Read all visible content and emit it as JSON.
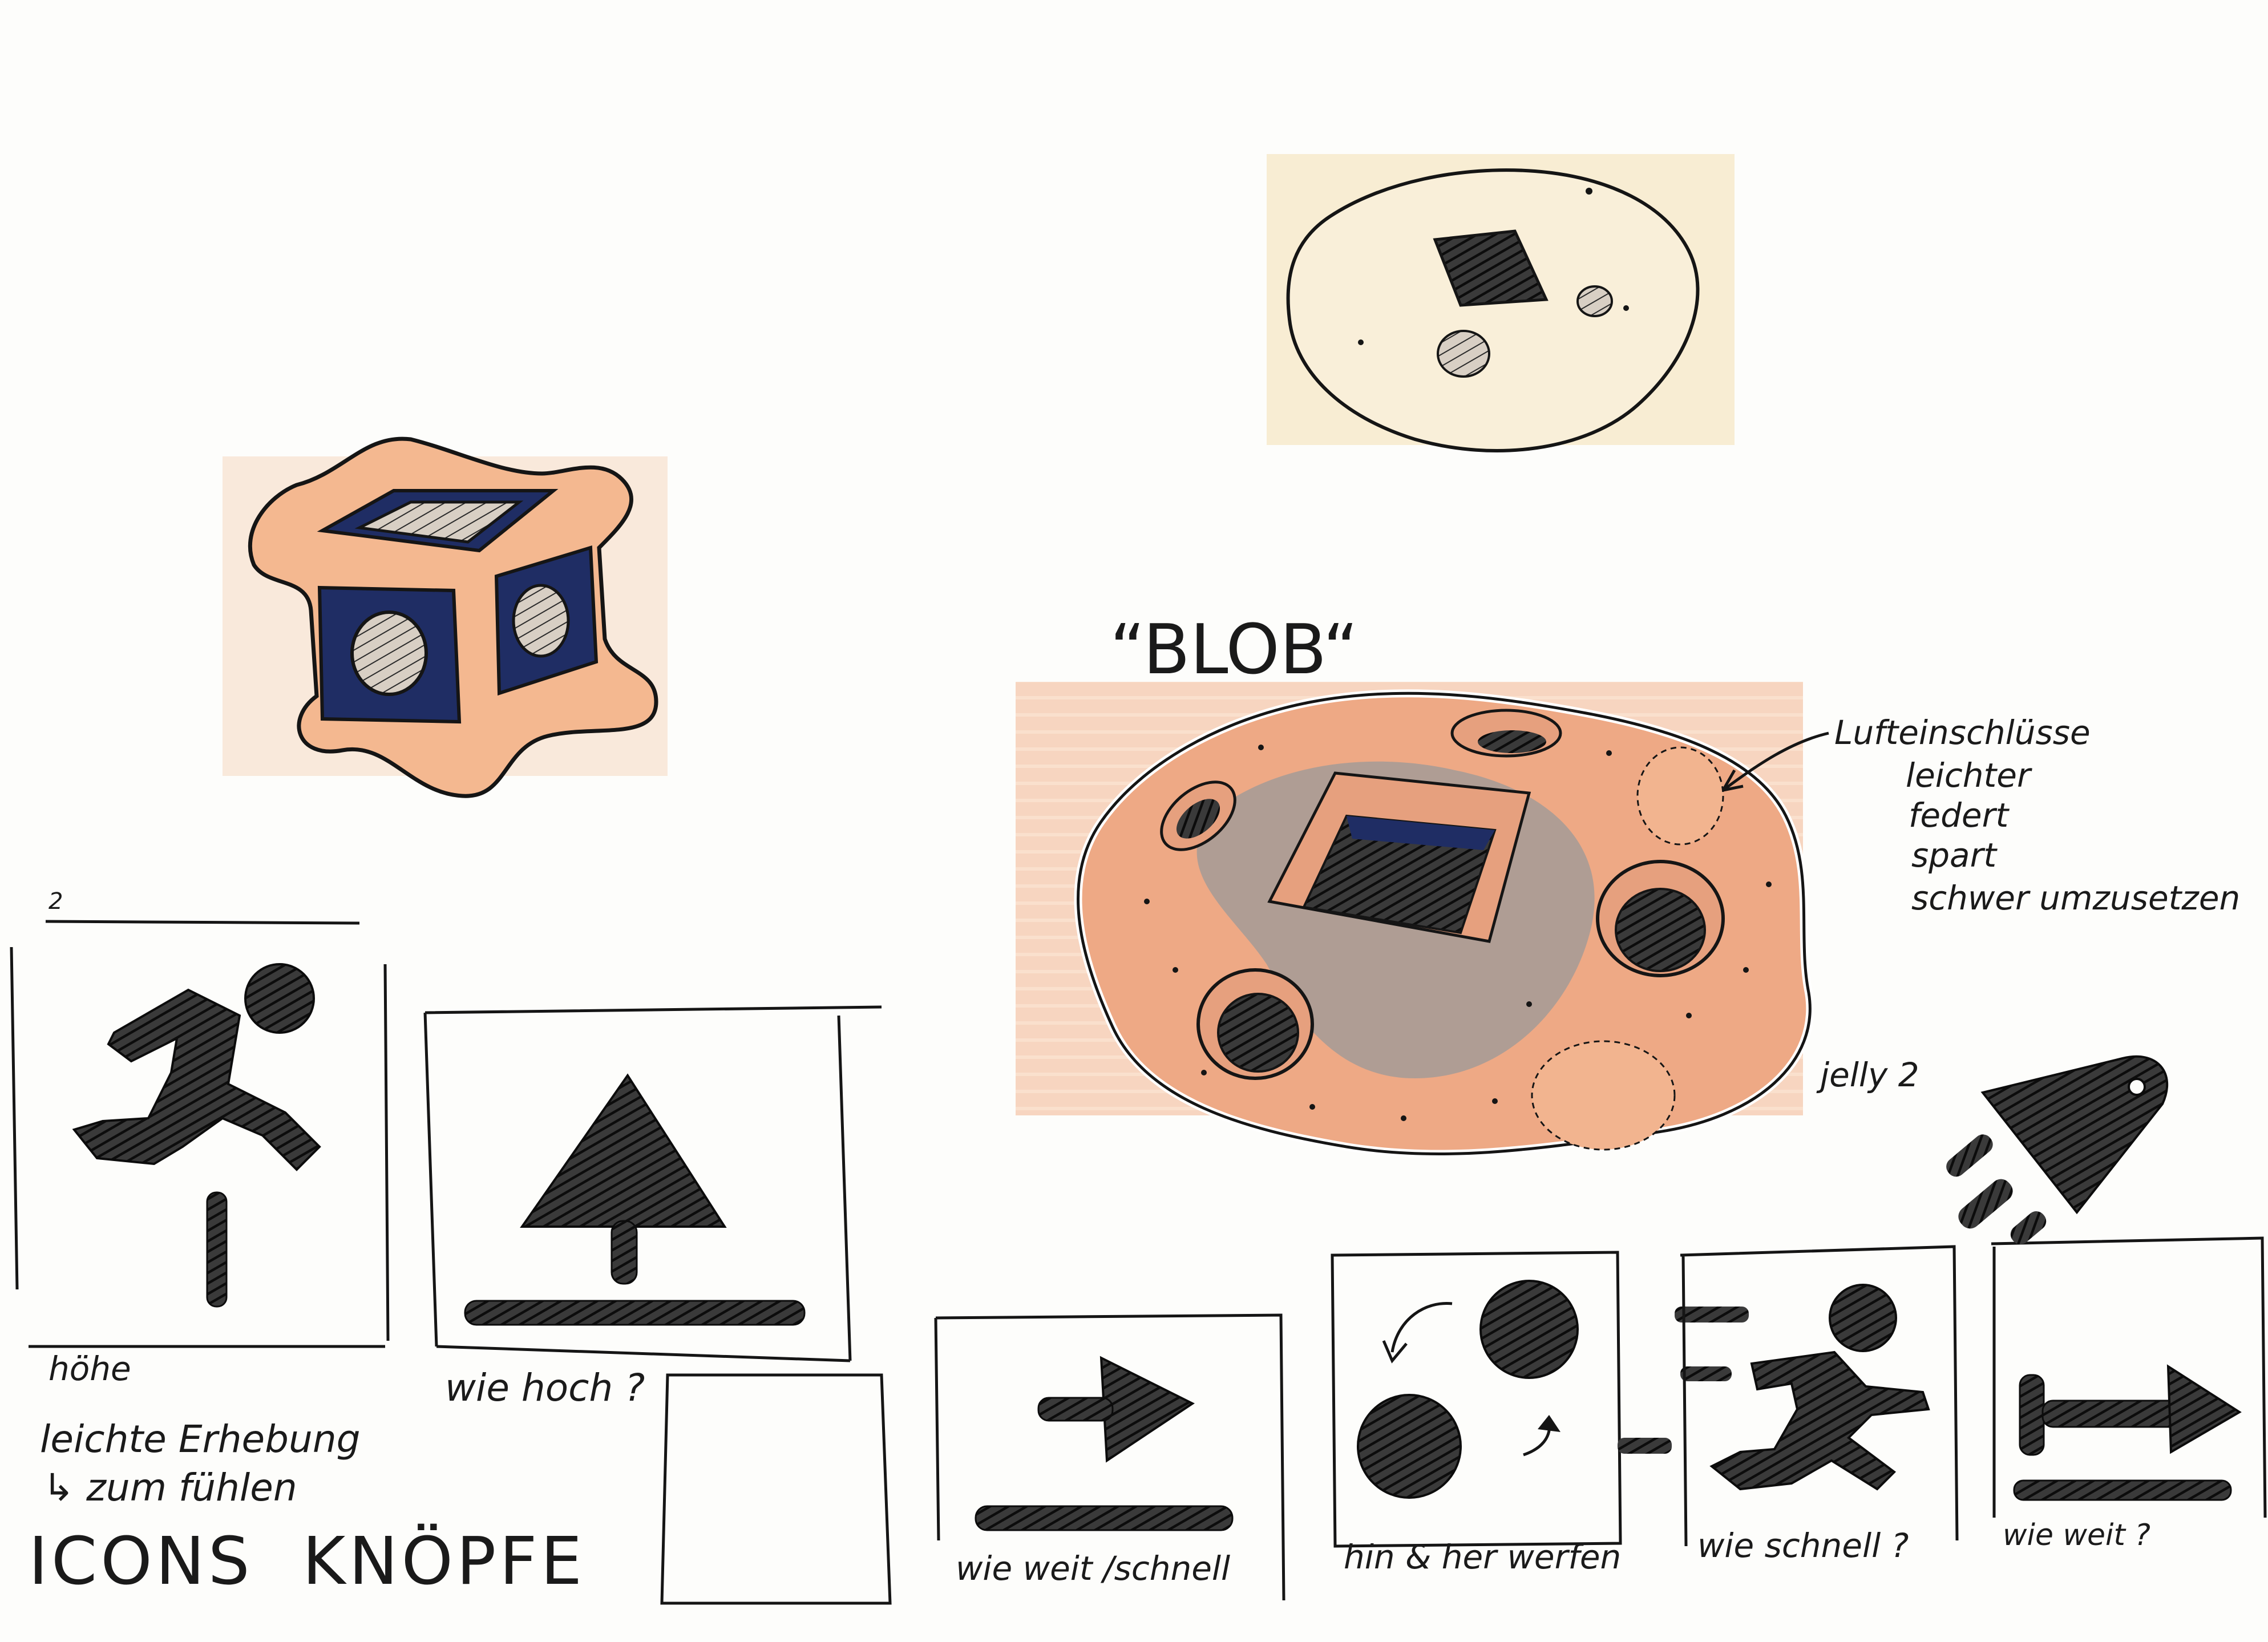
{
  "sheet": {
    "colors": {
      "paper": "#fdfdfb",
      "ink": "#1a1a1a",
      "peach": "#f0b08c",
      "pale_yellow": "#f5e7c6",
      "navy": "#1f2d64",
      "grey_shade": "#8d979c"
    }
  },
  "labels": {
    "blob_title": "“BLOB“",
    "air_pockets": "Lufteinschlüsse",
    "air_notes": [
      "leichter",
      "federt",
      "spart",
      "schwer umzusetzen"
    ],
    "jelly": "jelly 2",
    "page_number": "2",
    "hoehe": "höhe",
    "wie_hoch": "wie hoch ?",
    "leichte_erhebung": "leichte Erhebung",
    "zum_fuehlen": "↳ zum fühlen",
    "icons": "ICONS",
    "knoepfe": "KNÖPFE",
    "wie_weit_schnell": "wie weit /schnell",
    "hin_her": "hin & her werfen",
    "wie_schnell": "wie schnell ?",
    "wie_weit": "wie weit ?"
  },
  "icons": [
    {
      "name": "running-figure-height-icon"
    },
    {
      "name": "arrow-up-icon"
    },
    {
      "name": "empty-button-icon"
    },
    {
      "name": "arrow-right-icon"
    },
    {
      "name": "throw-balls-icon"
    },
    {
      "name": "running-figure-speed-icon"
    },
    {
      "name": "arrow-distance-icon"
    },
    {
      "name": "rocket-icon"
    }
  ]
}
